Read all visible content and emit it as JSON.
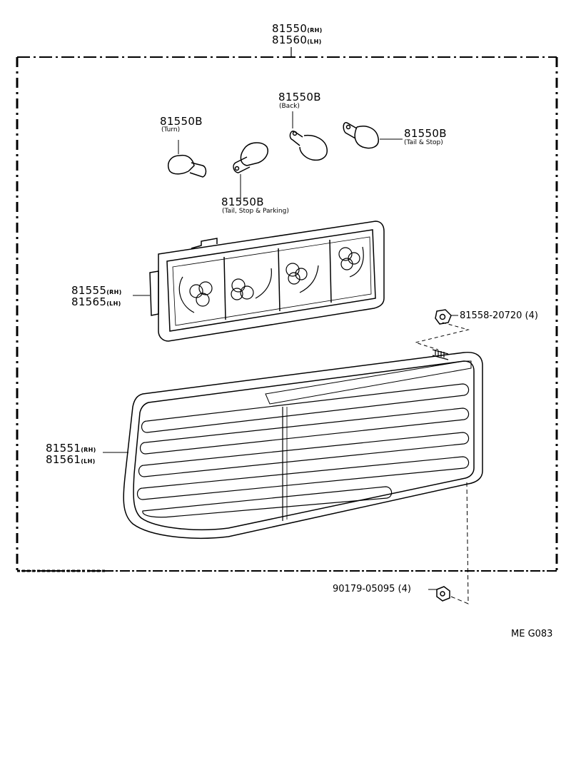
{
  "assembly": {
    "rh": "81550",
    "rh_side": "(RH)",
    "lh": "81560",
    "lh_side": "(LH)"
  },
  "bulbs": [
    {
      "part": "81550B",
      "note": "(Turn)"
    },
    {
      "part": "81550B",
      "note": "(Back)"
    },
    {
      "part": "81550B",
      "note": "(Tail & Stop)"
    },
    {
      "part": "81550B",
      "note": "(Tail, Stop & Parking)"
    }
  ],
  "socket_body": {
    "rh": "81555",
    "rh_side": "(RH)",
    "lh": "81565",
    "lh_side": "(LH)"
  },
  "nut": {
    "part": "81558-20720",
    "qty": "(4)"
  },
  "lens": {
    "rh": "81551",
    "rh_side": "(RH)",
    "lh": "81561",
    "lh_side": "(LH)"
  },
  "screw": {
    "part": "90179-05095",
    "qty": "(4)"
  },
  "figure_code": "ME G083",
  "colors": {
    "ink": "#000000",
    "paper": "#ffffff"
  }
}
